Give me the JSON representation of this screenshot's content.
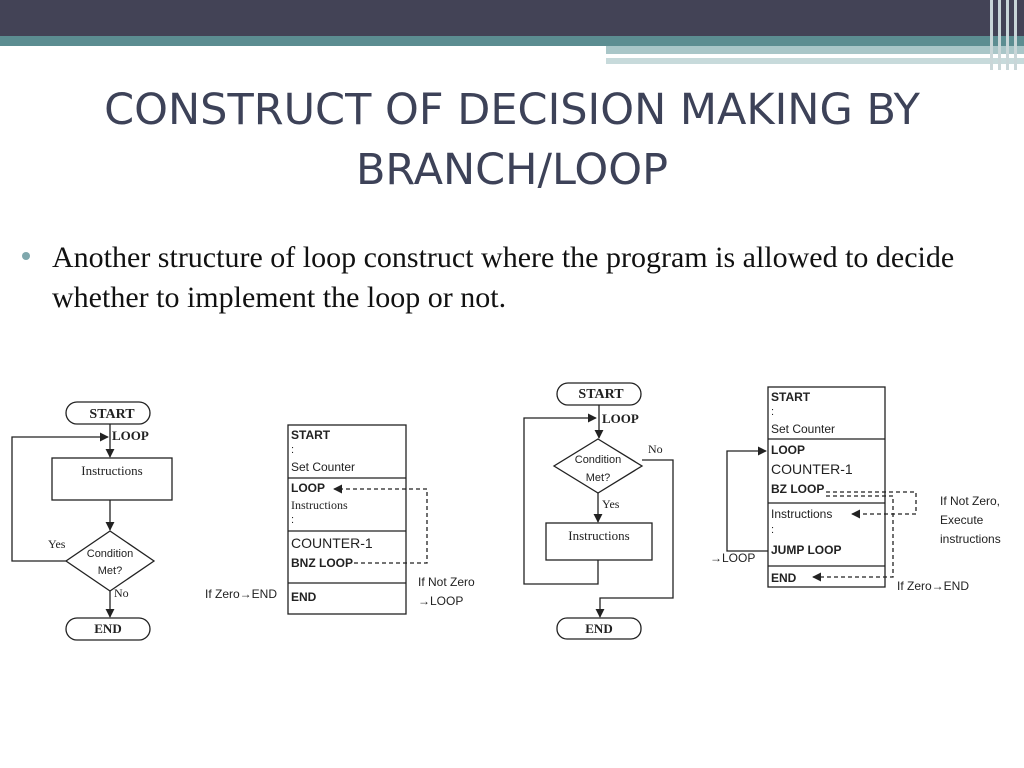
{
  "slide": {
    "title_line1": "CONSTRUCT OF DECISION MAKING BY",
    "title_line2": "BRANCH/LOOP",
    "bullet": "Another structure of loop construct where the program is allowed to decide whether to implement the loop or not.",
    "colors": {
      "topbar_dark": "#434356",
      "topbar_teal": "#5c8d91",
      "title": "#3d4258",
      "bullet_dot": "#7fa8ad"
    }
  },
  "diagram1": {
    "start": "START",
    "loop": "LOOP",
    "instructions": "Instructions",
    "condition_line1": "Condition",
    "condition_line2": "Met?",
    "yes": "Yes",
    "no": "No",
    "end": "END"
  },
  "diagram2": {
    "start": "START",
    "colon1": ":",
    "set_counter": "Set Counter",
    "loop": "LOOP",
    "instructions": "Instructions",
    "colon2": ":",
    "counter": "COUNTER-1",
    "bnz": "BNZ LOOP",
    "end": "END",
    "if_zero": "If Zero→END",
    "if_not_zero_line1": "If Not Zero",
    "if_not_zero_line2": "→LOOP"
  },
  "diagram3": {
    "start": "START",
    "loop": "LOOP",
    "condition_line1": "Condition",
    "condition_line2": "Met?",
    "no": "No",
    "yes": "Yes",
    "instructions": "Instructions",
    "end": "END"
  },
  "diagram4": {
    "start": "START",
    "colon1": ":",
    "set_counter": "Set Counter",
    "loop": "LOOP",
    "counter": "COUNTER-1",
    "bz": "BZ LOOP",
    "instructions": "Instructions",
    "colon2": ":",
    "jump": "JUMP LOOP",
    "end": "END",
    "arrow_loop": "→LOOP",
    "if_not_zero_line1": "If Not Zero,",
    "if_not_zero_line2": "Execute",
    "if_not_zero_line3": "instructions",
    "if_zero": "If Zero→END"
  }
}
